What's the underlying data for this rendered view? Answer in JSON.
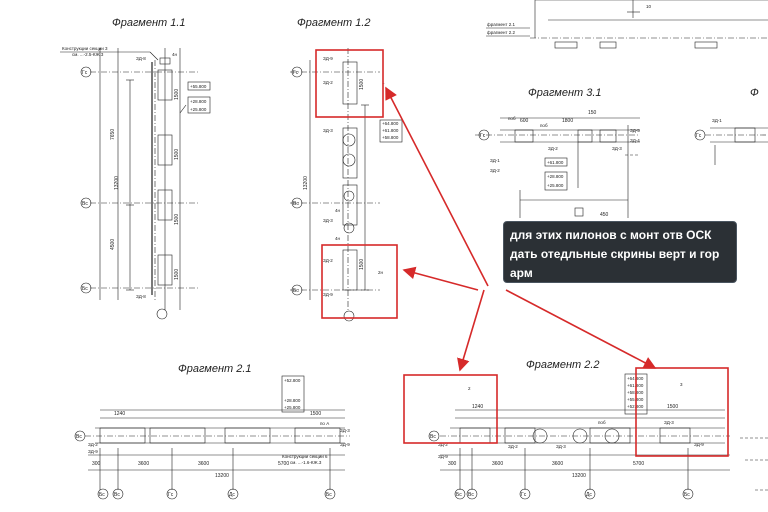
{
  "fragments": {
    "f11": "Фрагмент 1.1",
    "f12": "Фрагмент 1.2",
    "f31": "Фрагмент 3.1",
    "f3x": "Ф",
    "f21": "Фрагмент 2.1",
    "f22": "Фрагмент 2.2"
  },
  "annotation": {
    "text": "для этих пилонов с монт отв ОСК дать отедльные скрины верт и гор арм"
  },
  "axes": {
    "g": "Гс",
    "v": "Вс",
    "b": "Бс",
    "d": "Дс"
  },
  "elevations": {
    "e1": "+55.800",
    "e2": "+28.800",
    "e3": "+25.800",
    "e4": "+64.800",
    "e5": "+61.800",
    "e6": "+58.800",
    "e7": "+52.800",
    "e8": "+28.800",
    "e9": "+25.800",
    "e10": "+61.800",
    "e11": "+28.800",
    "e12": "+25.800",
    "e13": "+64.800",
    "e14": "+61.800",
    "e15": "+58.800",
    "e16": "+55.800",
    "e17": "+52.800"
  },
  "dims": {
    "d1": "13200",
    "d2": "3600",
    "d3": "3600",
    "d4": "5700",
    "d5": "4500",
    "d6": "7650",
    "d7": "1500",
    "d8": "300",
    "d9": "1240",
    "d10": "600",
    "d11": "1800",
    "d12": "150",
    "d13": "450"
  },
  "marks": {
    "z8": "ЗД-8",
    "z9": "ЗД-9",
    "z2": "ЗД-2",
    "z3": "ЗД-3",
    "z1": "ЗД-1",
    "z5": "ЗД-5",
    "z4": "ЗД-4",
    "p6": "поб",
    "pa": "по А",
    "n4": "4н",
    "n2": "2н",
    "n1": "1",
    "n2b": "2",
    "n3": "3",
    "n10": "10"
  },
  "notes": {
    "konstr1": "Конструкции секции 3",
    "konstr1b": "см. ...-2.5-КЖ.3",
    "konstr2": "Конструкции секции 6",
    "konstr2b": "см. ...-1.6-КЖ.3",
    "frag21": "фрагмент 2.1",
    "frag22": "фрагмент 2.2"
  },
  "colors": {
    "highlight": "#d62a2a",
    "arrow": "#d62a2a",
    "line": "#222222",
    "tooltip_bg": "#2b3035"
  }
}
